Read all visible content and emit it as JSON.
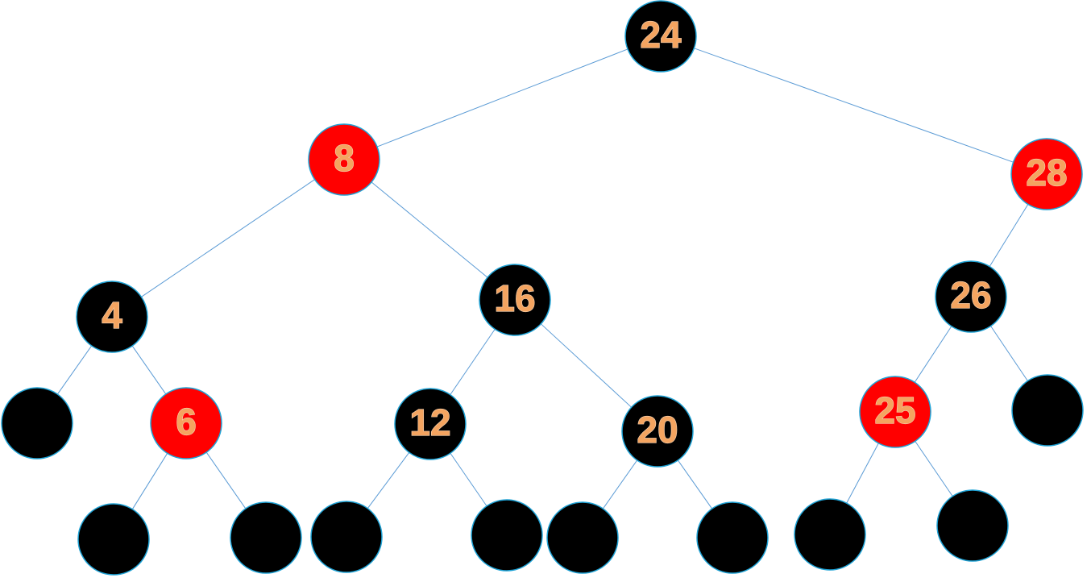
{
  "colors": {
    "red": "#ff0000",
    "black": "#000000",
    "edge": "#5b9bd5",
    "label": "#f4a460"
  },
  "nodes": [
    {
      "id": "n24",
      "label": "24",
      "color": "black"
    },
    {
      "id": "n8",
      "label": "8",
      "color": "red"
    },
    {
      "id": "n28",
      "label": "28",
      "color": "red"
    },
    {
      "id": "n4",
      "label": "4",
      "color": "black"
    },
    {
      "id": "n16",
      "label": "16",
      "color": "black"
    },
    {
      "id": "n26",
      "label": "26",
      "color": "black"
    },
    {
      "id": "n6",
      "label": "6",
      "color": "red"
    },
    {
      "id": "n12",
      "label": "12",
      "color": "black"
    },
    {
      "id": "n20",
      "label": "20",
      "color": "black"
    },
    {
      "id": "n25",
      "label": "25",
      "color": "red"
    },
    {
      "id": "nil1",
      "label": "",
      "color": "black"
    },
    {
      "id": "nil2",
      "label": "",
      "color": "black"
    },
    {
      "id": "nil3",
      "label": "",
      "color": "black"
    },
    {
      "id": "nil4",
      "label": "",
      "color": "black"
    },
    {
      "id": "nil5",
      "label": "",
      "color": "black"
    },
    {
      "id": "nil6",
      "label": "",
      "color": "black"
    },
    {
      "id": "nil7",
      "label": "",
      "color": "black"
    },
    {
      "id": "nil8",
      "label": "",
      "color": "black"
    },
    {
      "id": "nil9",
      "label": "",
      "color": "black"
    },
    {
      "id": "nil10",
      "label": "",
      "color": "black"
    },
    {
      "id": "nil11",
      "label": "",
      "color": "black"
    }
  ],
  "edges": [
    [
      "n24",
      "n8"
    ],
    [
      "n24",
      "n28"
    ],
    [
      "n8",
      "n4"
    ],
    [
      "n8",
      "n16"
    ],
    [
      "n28",
      "n26"
    ],
    [
      "n4",
      "nil1"
    ],
    [
      "n4",
      "n6"
    ],
    [
      "n6",
      "nil2"
    ],
    [
      "n6",
      "nil3"
    ],
    [
      "n16",
      "n12"
    ],
    [
      "n16",
      "n20"
    ],
    [
      "n12",
      "nil4"
    ],
    [
      "n12",
      "nil5"
    ],
    [
      "n20",
      "nil6"
    ],
    [
      "n20",
      "nil7"
    ],
    [
      "n26",
      "n25"
    ],
    [
      "n26",
      "nil8"
    ],
    [
      "n25",
      "nil9"
    ],
    [
      "n25",
      "nil10"
    ]
  ]
}
